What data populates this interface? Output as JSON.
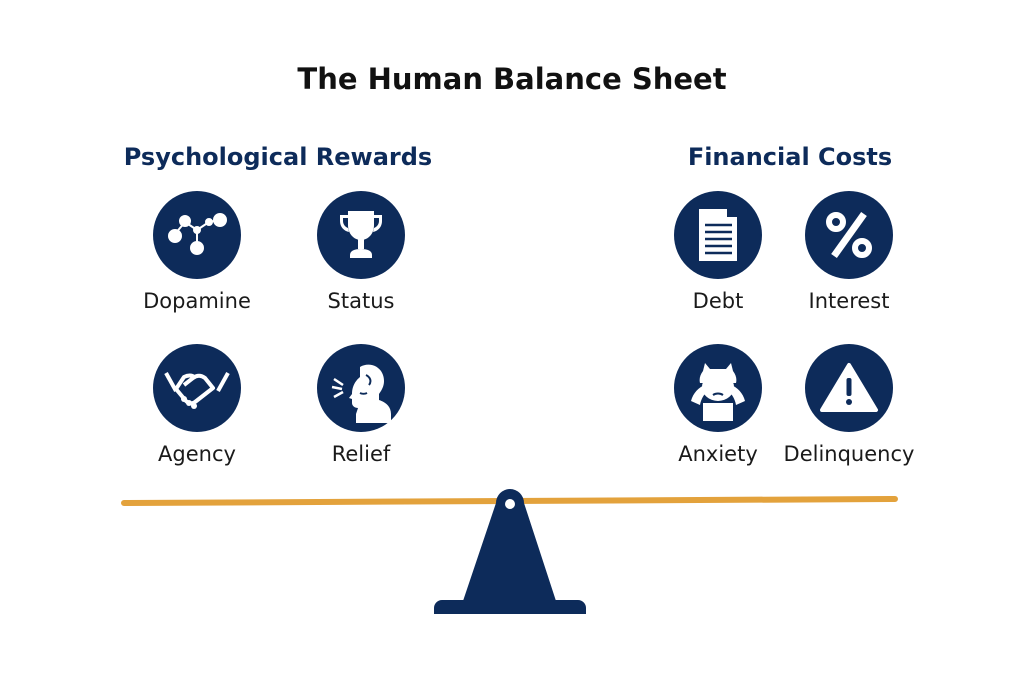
{
  "title": "The Human Balance Sheet",
  "left": {
    "heading": "Psychological Rewards",
    "items": [
      {
        "label": "Dopamine",
        "icon": "molecule-icon"
      },
      {
        "label": "Status",
        "icon": "trophy-icon"
      },
      {
        "label": "Agency",
        "icon": "handshake-icon"
      },
      {
        "label": "Relief",
        "icon": "exhale-person-icon"
      }
    ]
  },
  "right": {
    "heading": "Financial Costs",
    "items": [
      {
        "label": "Debt",
        "icon": "document-icon"
      },
      {
        "label": "Interest",
        "icon": "percent-icon"
      },
      {
        "label": "Anxiety",
        "icon": "stressed-person-icon"
      },
      {
        "label": "Delinquency",
        "icon": "warning-icon"
      }
    ]
  },
  "colors": {
    "navy": "#0d2b5a",
    "beam": "#e3a23c"
  }
}
